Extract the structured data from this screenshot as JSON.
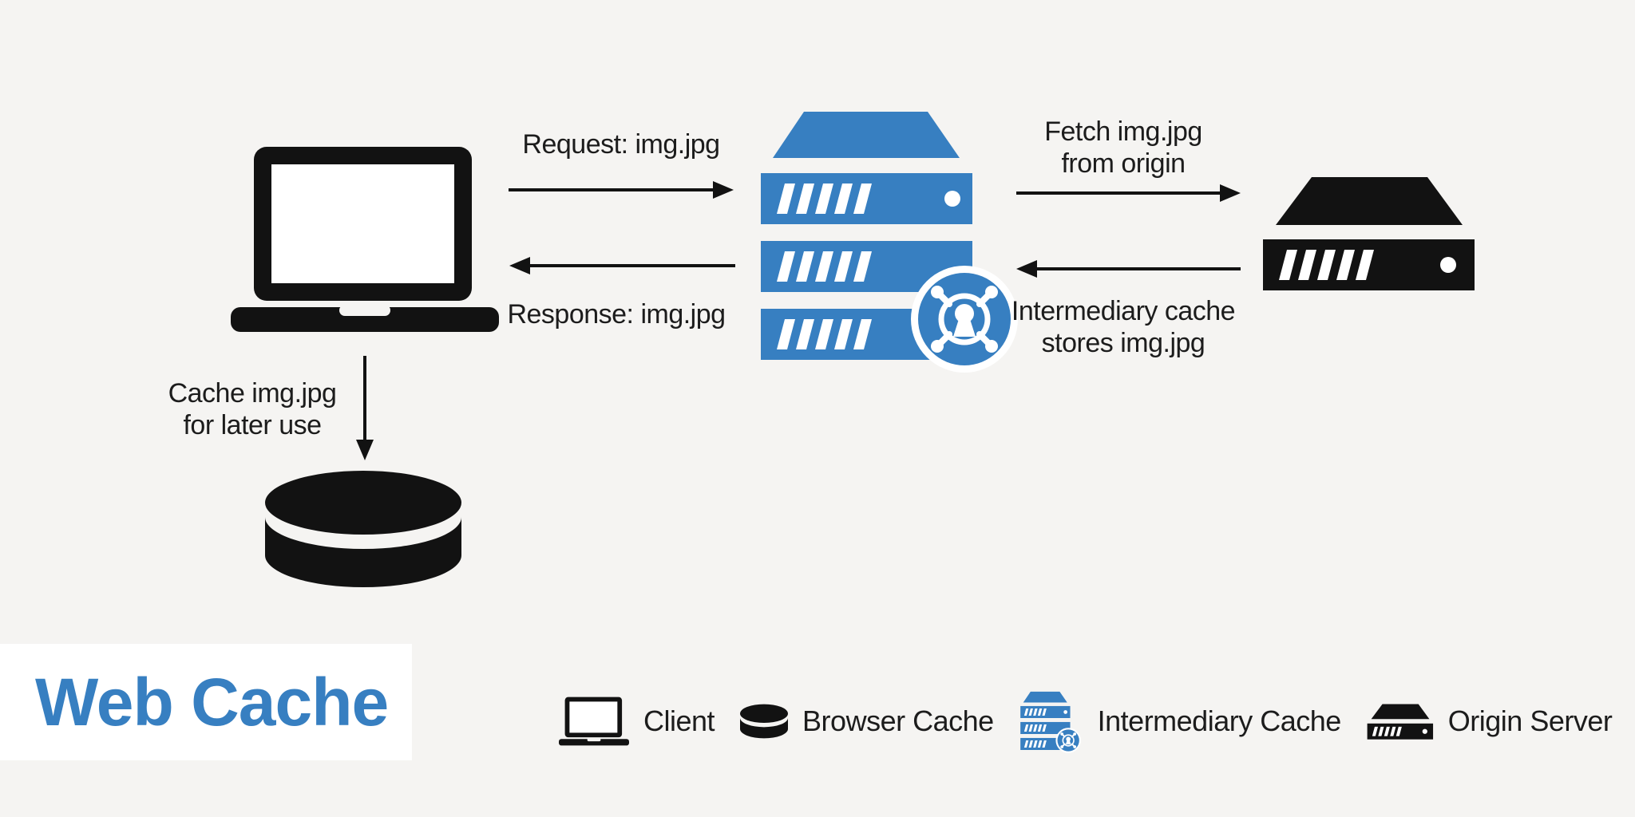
{
  "colors": {
    "background": "#f5f4f2",
    "ink": "#121212",
    "accent": "#377fc1",
    "band": "#ffffff",
    "text": "#1c1c1c"
  },
  "title": {
    "text": "Web Cache"
  },
  "diagram": {
    "labels": {
      "request": "Request: img.jpg",
      "response": "Response: img.jpg",
      "fetch": [
        "Fetch img.jpg",
        "from origin"
      ],
      "store": [
        "Intermediary cache",
        "stores img.jpg"
      ],
      "cache": [
        "Cache img.jpg",
        "for later use"
      ]
    },
    "icons": {
      "client": "laptop-icon",
      "browser_cache": "database-disc-icon",
      "intermediary_cache": "cache-server-icon",
      "origin_server": "server-icon"
    }
  },
  "legend": {
    "items": [
      {
        "icon": "laptop-icon",
        "label": "Client"
      },
      {
        "icon": "database-disc-icon",
        "label": "Browser Cache"
      },
      {
        "icon": "cache-server-icon",
        "label": "Intermediary Cache"
      },
      {
        "icon": "server-icon",
        "label": "Origin Server"
      }
    ]
  }
}
